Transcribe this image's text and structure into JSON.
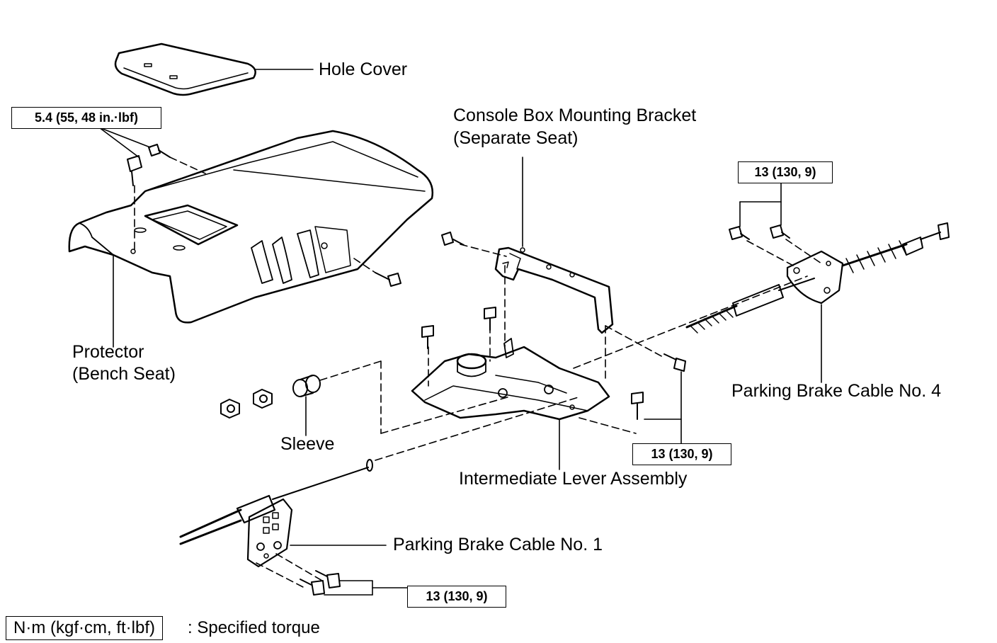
{
  "labels": {
    "hole_cover": "Hole Cover",
    "console_bracket_line1": "Console Box Mounting Bracket",
    "console_bracket_line2": "(Separate Seat)",
    "protector_line1": "Protector",
    "protector_line2": "(Bench Seat)",
    "sleeve": "Sleeve",
    "intermediate_lever": "Intermediate Lever Assembly",
    "cable_no4": "Parking Brake Cable No. 4",
    "cable_no1": "Parking Brake Cable No. 1"
  },
  "torque": {
    "protector": "5.4 (55, 48 in.·lbf)",
    "cable_no4": "13 (130, 9)",
    "lever": "13 (130, 9)",
    "cable_no1": "13 (130, 9)"
  },
  "legend": {
    "unit": "N·m (kgf·cm, ft·lbf)",
    "text": ": Specified torque"
  }
}
